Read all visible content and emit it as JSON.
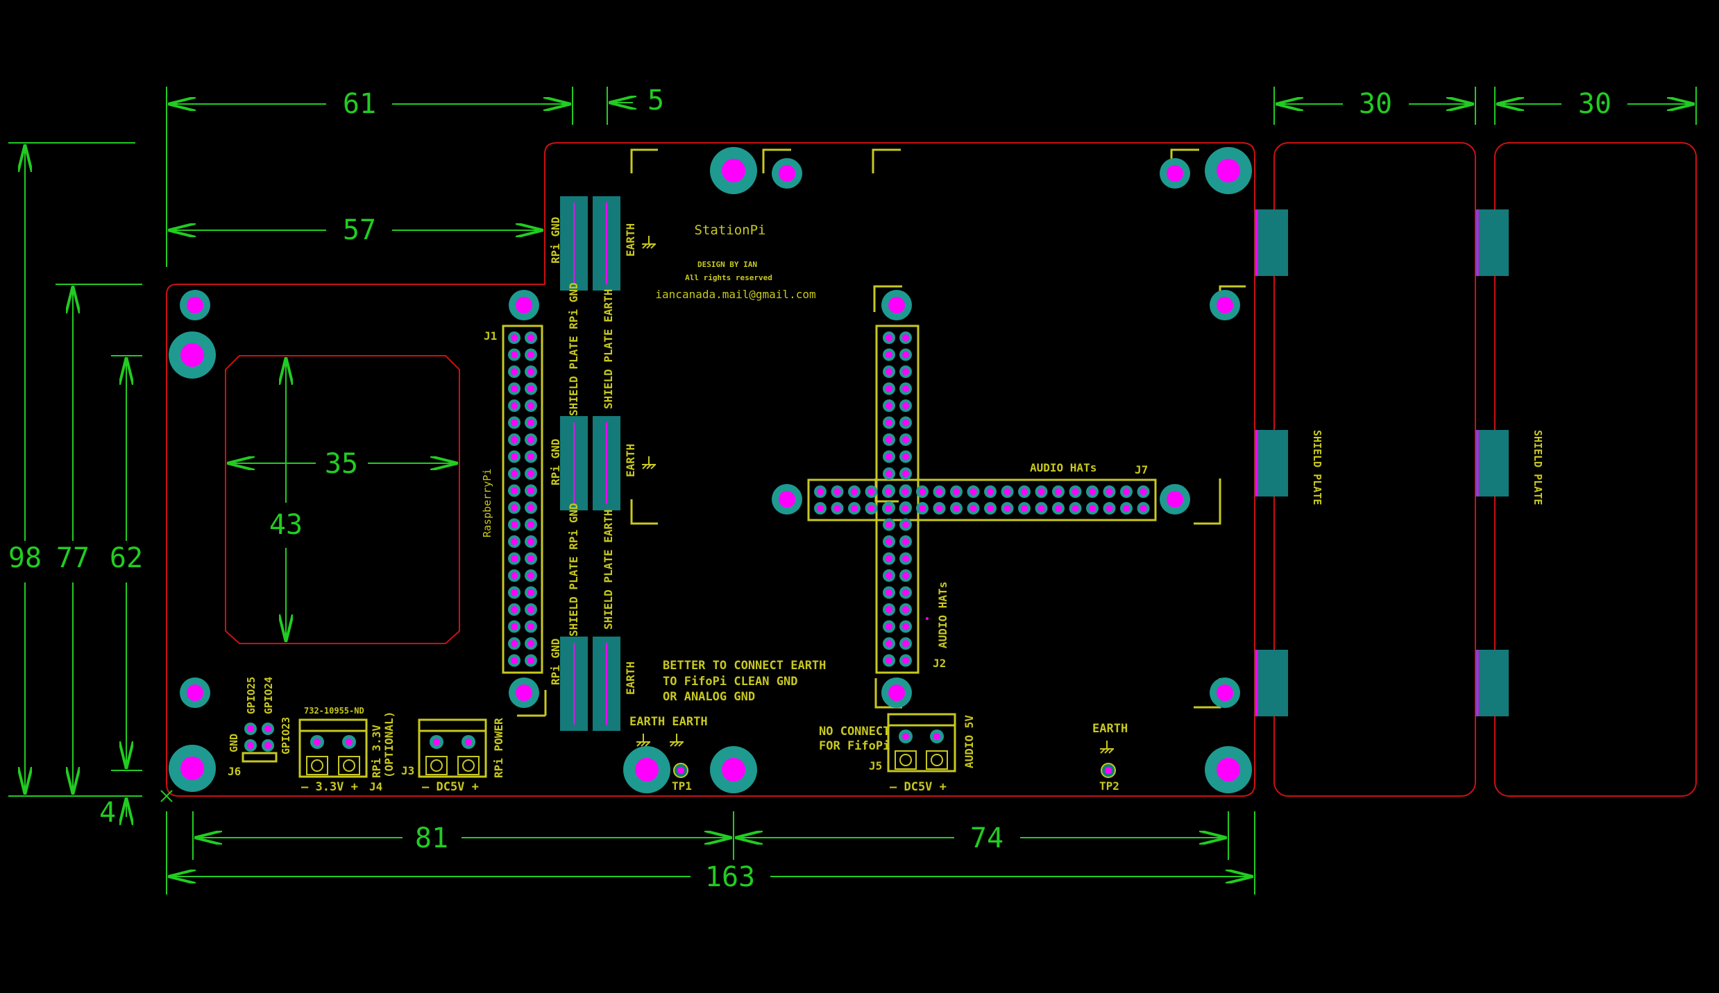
{
  "colors": {
    "background": "#000000",
    "dimension": "#22cc22",
    "outline": "#cc1111",
    "silkscreen": "#c8c820",
    "pad_ring": "#1f9a90",
    "pad_center": "#ff00ff",
    "copper": "#157a7a"
  },
  "dimensions": {
    "d61": "61",
    "d5": "5",
    "d30a": "30",
    "d30b": "30",
    "d57": "57",
    "d35": "35",
    "d43": "43",
    "d98": "98",
    "d77": "77",
    "d62": "62",
    "d4": "4",
    "d81": "81",
    "d74": "74",
    "d163": "163"
  },
  "labels": {
    "title": "StationPi",
    "design_by": "DESIGN BY IAN",
    "rights": "All rights reserved",
    "email": "iancanada.mail@gmail.com",
    "j1": "J1",
    "j2": "J2",
    "j3": "J3",
    "j4": "J4",
    "j5": "J5",
    "j6": "J6",
    "j7": "J7",
    "tp1": "TP1",
    "tp2": "TP2",
    "raspberrypi": "RaspberryPi",
    "rpi_gnd": "RPi GND",
    "earth": "EARTH",
    "shield_plate_rpi_gnd": "SHIELD PLATE RPi GND",
    "shield_plate_earth": "SHIELD PLATE EARTH",
    "audio_hats": "AUDIO HATs",
    "better_1": "BETTER TO CONNECT EARTH",
    "better_2": "TO FifoPi CLEAN GND",
    "better_3": "OR ANALOG GND",
    "earth_earth": "EARTH EARTH",
    "no_connect_1": "NO CONNECT",
    "no_connect_2": "FOR FifoPi",
    "audio_5v": "AUDIO 5V",
    "dc5v_j5": "— DC5V +",
    "earth_tp2": "EARTH",
    "part_number": "732-10955-ND",
    "rpi_33v_1": "RPi 3.3V",
    "rpi_33v_2": "(OPTIONAL)",
    "v33": "— 3.3V +",
    "dc5v_j3": "— DC5V +",
    "rpi_power": "RPi POWER",
    "gpio25": "GPIO25",
    "gpio24": "GPIO24",
    "gpio23": "GPIO23",
    "gnd": "GND",
    "shield_plate_1": "SHIELD PLATE",
    "shield_plate_2": "SHIELD PLATE"
  }
}
